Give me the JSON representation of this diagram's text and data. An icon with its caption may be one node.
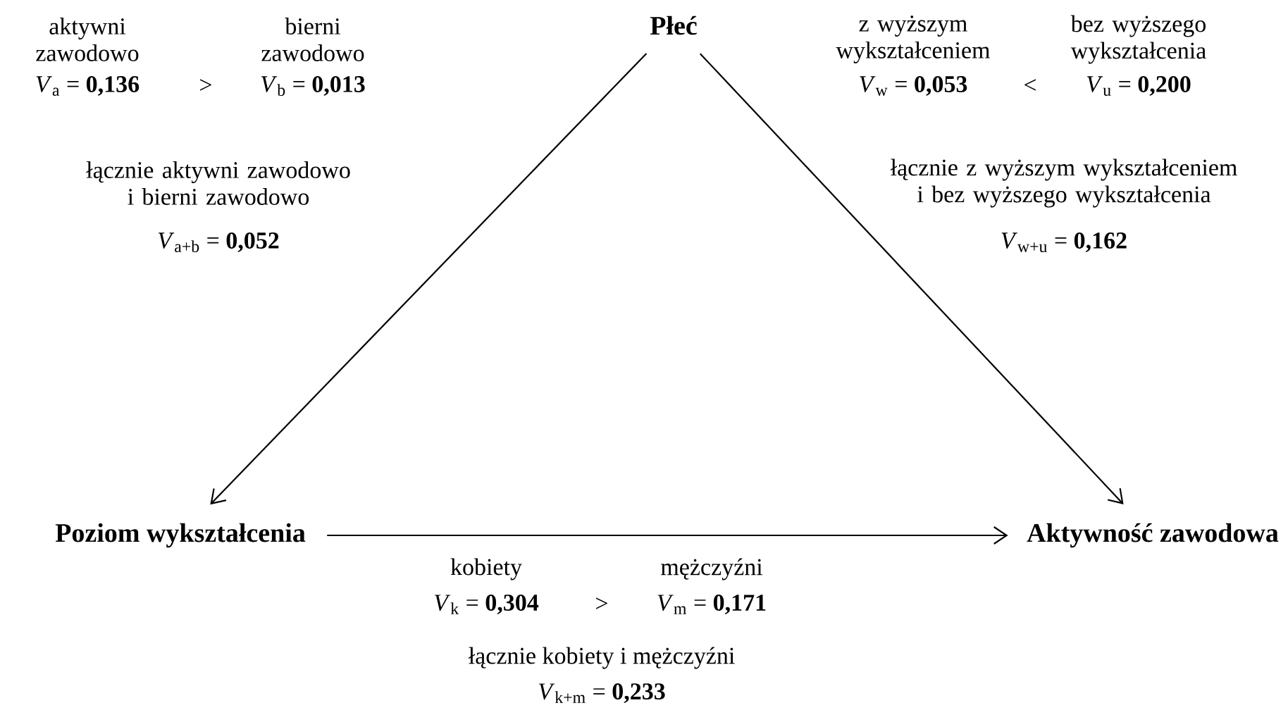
{
  "diagram": {
    "nodes": [
      {
        "text": [
          "Płeć"
        ]
      },
      {
        "text": [
          "Poziom wykształcenia"
        ]
      },
      {
        "text": [
          "Aktywność zawodowa"
        ]
      }
    ],
    "edges": [
      {
        "from": 0,
        "to": 1,
        "arrow": "to"
      },
      {
        "from": 0,
        "to": 2,
        "arrow": "to"
      },
      {
        "from": 1,
        "to": 2,
        "arrow": "to"
      }
    ],
    "labels": [
      "aktywni zawodowo",
      "bierni zawodowo",
      "z wyższym wykształceniem",
      "bez wyższego wykształcenia",
      "*V*$_{a}$ = **0,136**",
      ">",
      "*V*$_{b}$ = **0,013**",
      "*V*$_{w}$ = **0,053**",
      "<",
      "*V*$_{u}$ = **0,200**",
      "łącznie aktywni zawodowo i bierni zawodowo",
      "łącznie z wyższym wykształceniem i bez wyższego wykształcenia",
      "*V*$_{a+b}$ = **0,052**",
      "*V*$_{w+u}$ = **0,162**",
      "kobiety",
      "mężczyźni",
      "*V*$_{k}$ = **0,304**",
      ">",
      "*V*$_{m}$ = **0,171**",
      "łącznie kobiety i mężczyźni",
      "*V*$_{k+m}$ = **0,233**"
    ]
  }
}
